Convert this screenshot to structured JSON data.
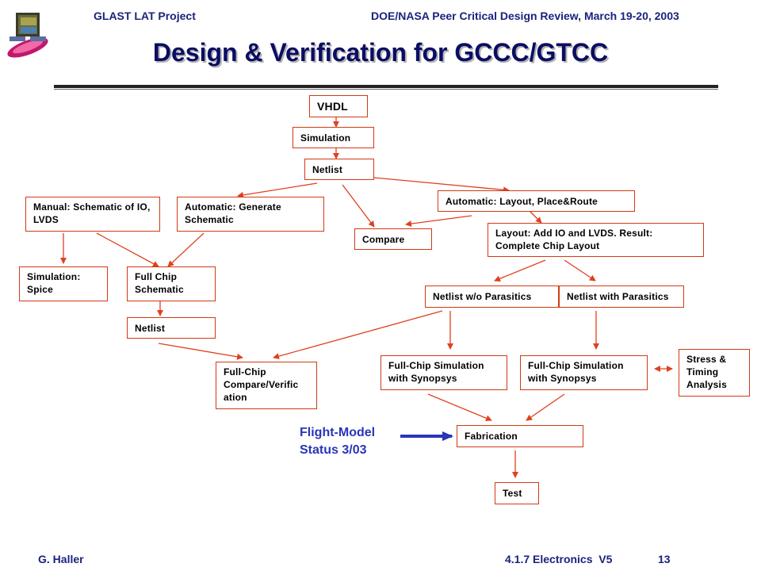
{
  "header": {
    "left": "GLAST LAT Project",
    "right": "DOE/NASA Peer Critical Design Review, March 19-20, 2003"
  },
  "title": "Design & Verification for GCCC/GTCC",
  "boxes": {
    "vhdl": "VHDL",
    "simulation": "Simulation",
    "netlist_top": "Netlist",
    "manual_schematic": "Manual: Schematic of IO, LVDS",
    "auto_generate": "Automatic: Generate Schematic",
    "compare": "Compare",
    "auto_layout": "Automatic: Layout, Place&Route",
    "layout_add": "Layout: Add IO and LVDS. Result: Complete Chip Layout",
    "sim_spice": "Simulation: Spice",
    "full_chip_schematic": "Full Chip Schematic",
    "netlist_left": "Netlist",
    "netlist_wo": "Netlist w/o Parasitics",
    "netlist_with": "Netlist with Parasitics",
    "full_chip_compare": "Full-Chip Compare/Verific ation",
    "fcs_synopsys_1": "Full-Chip Simulation with Synopsys",
    "fcs_synopsys_2": "Full-Chip Simulation with Synopsys",
    "stress_timing": "Stress & Timing Analysis",
    "fabrication": "Fabrication",
    "test": "Test"
  },
  "status_note": {
    "line1": "Flight-Model",
    "line2": "Status 3/03"
  },
  "footer": {
    "author": "G. Haller",
    "section": "4.1.7 Electronics  V5",
    "page": "13"
  },
  "colors": {
    "box_border": "#d03a14",
    "arrow": "#e04020",
    "title": "#0b0d63",
    "header_text": "#1a237e",
    "status_arrow": "#2a35b8"
  },
  "icons": {
    "logo": "glast-satellite-logo"
  }
}
